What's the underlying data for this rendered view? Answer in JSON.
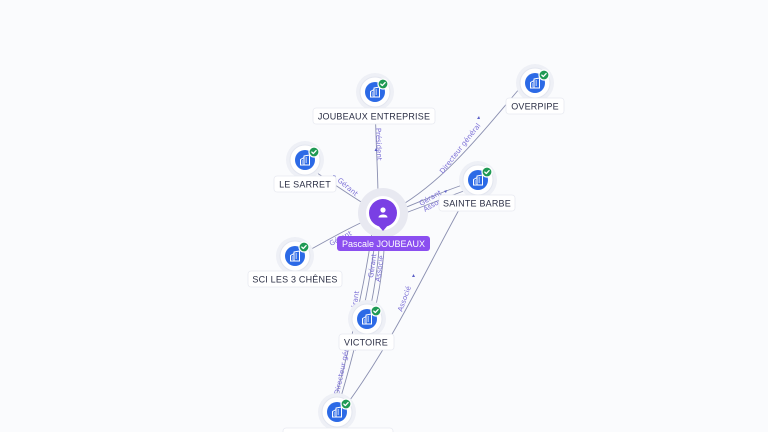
{
  "center": {
    "name": "Pascale JOUBEAUX",
    "icon": "person-icon",
    "color": "#7a3fe4"
  },
  "companies": [
    {
      "id": "joubeaux",
      "name": "JOUBEAUX ENTREPRISE",
      "icon": "building-icon",
      "verified": true
    },
    {
      "id": "overpipe",
      "name": "OVERPIPE",
      "icon": "building-icon",
      "verified": true
    },
    {
      "id": "lesarret",
      "name": "LE SARRET",
      "icon": "building-icon",
      "verified": true
    },
    {
      "id": "saintebarbe",
      "name": "SAINTE BARBE",
      "icon": "building-icon",
      "verified": true
    },
    {
      "id": "sci",
      "name": "SCI LES 3 CHÊNES",
      "icon": "building-icon",
      "verified": true
    },
    {
      "id": "victoire",
      "name": "VICTOIRE",
      "icon": "building-icon",
      "verified": true
    },
    {
      "id": "bottom",
      "name": "",
      "icon": "building-icon",
      "verified": true
    }
  ],
  "edges": [
    {
      "target": "joubeaux",
      "label": "Président"
    },
    {
      "target": "overpipe",
      "label": "Directeur général"
    },
    {
      "target": "lesarret",
      "label": "Gérant"
    },
    {
      "target": "saintebarbe",
      "label": "Gérant"
    },
    {
      "target": "saintebarbe",
      "label": "Associé"
    },
    {
      "target": "sci",
      "label": "Gérant"
    },
    {
      "target": "victoire",
      "label": "Gérant"
    },
    {
      "target": "victoire",
      "label": "Associé"
    },
    {
      "target": "bottom",
      "label": "Gérant"
    },
    {
      "target": "bottom",
      "label": "Directeur général"
    },
    {
      "target": "bottom",
      "label": "Associé"
    }
  ],
  "colors": {
    "company": "#2c6ae6",
    "verified": "#1f9a54",
    "edge": "#8a8fb0",
    "edge_label": "#7b6fd6"
  }
}
